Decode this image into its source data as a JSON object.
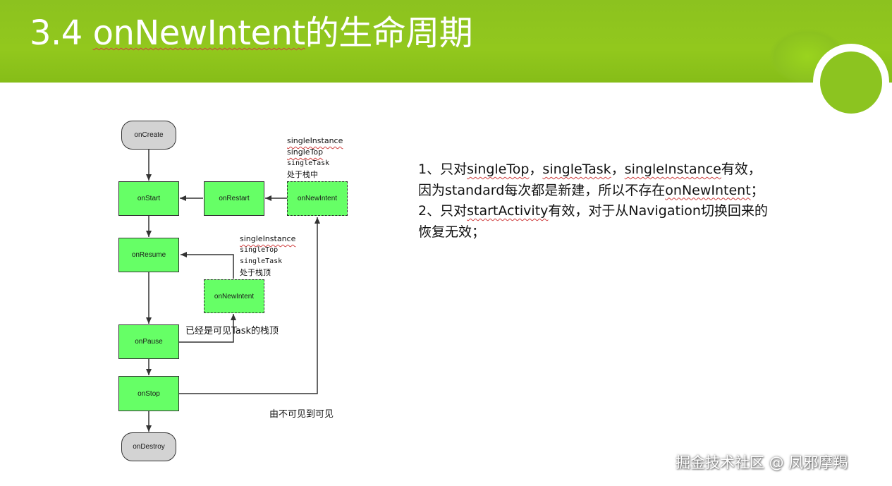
{
  "slide": {
    "title_prefix": "3.4 ",
    "title_term": "onNewIntent",
    "title_suffix": "的生命周期"
  },
  "nodes": {
    "on_create": "onCreate",
    "on_start": "onStart",
    "on_restart": "onRestart",
    "on_new_intent_top": "onNewIntent",
    "on_resume": "onResume",
    "on_new_intent_mid": "onNewIntent",
    "on_pause": "onPause",
    "on_stop": "onStop",
    "on_destroy": "onDestroy"
  },
  "annotations": {
    "top": {
      "line1": "singleInstance",
      "line2": "singleTop",
      "line3": "singleTask",
      "line4": "处于栈中"
    },
    "mid": {
      "line1": "singleInstance",
      "line2": "singleTop",
      "line3": "singleTask",
      "line4": "处于栈顶"
    }
  },
  "edge_labels": {
    "pause_to_newintent": "已经是可见Task的栈顶",
    "stop_to_newintent": "由不可见到可见"
  },
  "notes": {
    "p1_a": "1、只对",
    "p1_b": "singleTop",
    "p1_c": "，",
    "p1_d": "singleTask",
    "p1_e": "，",
    "p1_f": "singleInstance",
    "p1_g": "有效，因为standard每次都是新建，所以不存在",
    "p1_h": "onNewIntent",
    "p1_i": "；",
    "p2_a": "2、只对",
    "p2_b": "startActivity",
    "p2_c": "有效，对于从Navigation切换回来的恢复无效；"
  },
  "watermark": "掘金技术社区 @ 凤邪摩羯",
  "colors": {
    "header_green": "#8cc21f",
    "state_green": "#66ff66",
    "terminal_gray": "#d3d3d3"
  }
}
